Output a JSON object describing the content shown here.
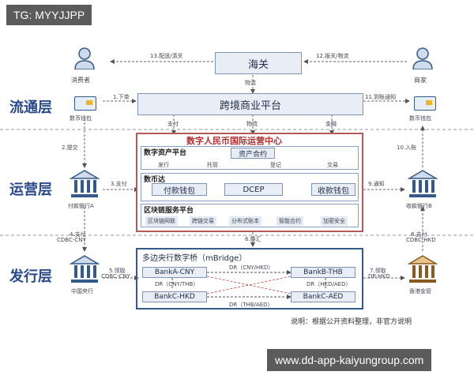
{
  "watermark_top": "TG: MYYJJPP",
  "watermark_bottom": "www.dd-app-kaiyungroup.com",
  "layers": {
    "circulation": "流通层",
    "operation": "运营层",
    "issuance": "发行层"
  },
  "nodes": {
    "consumer": "消费者",
    "merchant": "商家",
    "customs": "海关",
    "cross_border": "跨境商业平台",
    "wallet_left": "数币钱包",
    "wallet_right": "数币钱包",
    "pay_bank": "付款银行A",
    "recv_bank": "收款银行B",
    "central_bank": "中国央行",
    "hkma": "香港金管"
  },
  "center": {
    "title": "数字人民币国际运营中心",
    "asset_platform": "数字资产平台",
    "asset_contract": "资产合约",
    "asset_items": [
      "发行",
      "托管",
      "登记",
      "交易"
    ],
    "dcep_section": "数币达",
    "dcep_left": "付款钱包",
    "dcep_mid": "DCEP",
    "dcep_right": "收款钱包",
    "chain_section": "区块链服务平台",
    "chain_items": [
      "区块链网联",
      "跨链交易",
      "分布式账本",
      "智能合约",
      "加密安全"
    ]
  },
  "bridge": {
    "title": "多边央行数字桥（mBridge）",
    "bankA": "BankA-CNY",
    "bankB": "BankB-THB",
    "bankC": "BankC-HKD",
    "bankD": "BankC-AED",
    "dr1": "DR（CNY/HKD）",
    "dr2": "DR（CNY/THB）",
    "dr3": "DR（HKD/AED）",
    "dr4": "DR（THB/AED）"
  },
  "flows": {
    "f13": "13.配送/清关",
    "f12": "12.报关/物流",
    "logistics": "物流",
    "f1": "1.下单",
    "f11": "11.到账通知",
    "pay": "支付",
    "logistics2": "物流",
    "finance": "金融",
    "f2": "2.提交",
    "f3": "3.支付",
    "f9": "9.通知",
    "f10": "10.入账",
    "f4": "4.支付",
    "f4sub": "CDBC-CNY",
    "f6": "6.换汇",
    "f8": "8.支付",
    "f8sub": "CDBC-HKD",
    "f5": "5.领取",
    "f5sub": "CDBC-CNY",
    "f7": "7.领取",
    "f7sub": "DR-HKD"
  },
  "note": "说明：根据公开资料整理，非官方说明"
}
